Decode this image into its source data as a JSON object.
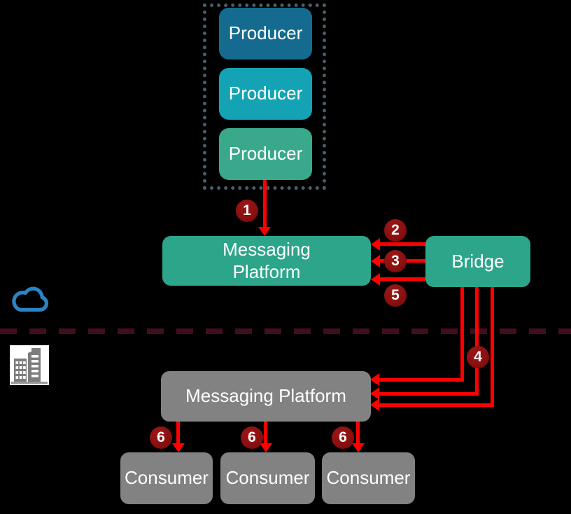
{
  "diagram": {
    "type": "messaging-bridge-architecture",
    "zones": {
      "top": "cloud",
      "bottom": "on-premises"
    }
  },
  "nodes": {
    "producers": [
      "Producer",
      "Producer",
      "Producer"
    ],
    "cloud_platform_line1": "Messaging",
    "cloud_platform_line2": "Platform",
    "bridge": "Bridge",
    "onprem_platform": "Messaging Platform",
    "consumers": [
      "Consumer",
      "Consumer",
      "Consumer"
    ]
  },
  "steps": {
    "s1": "1",
    "s2": "2",
    "s3": "3",
    "s4": "4",
    "s5": "5",
    "s6": "6"
  },
  "icons": [
    {
      "name": "cloud-icon",
      "color": "#2B83C4"
    },
    {
      "name": "building-icon",
      "color": "#7D7D7D"
    }
  ],
  "colors": {
    "background": "#000000",
    "producer_blue": "#156B8F",
    "producer_cyan": "#14A3B5",
    "producer_green": "#3AA98B",
    "platform_teal": "#2CA58A",
    "node_gray": "#828282",
    "arrow_red": "#FF0000",
    "badge_maroon": "#8B1010",
    "divider_maroon": "#400E1E",
    "dotted_border_gray": "#4C5D68",
    "text_white": "#FFFFFF"
  }
}
